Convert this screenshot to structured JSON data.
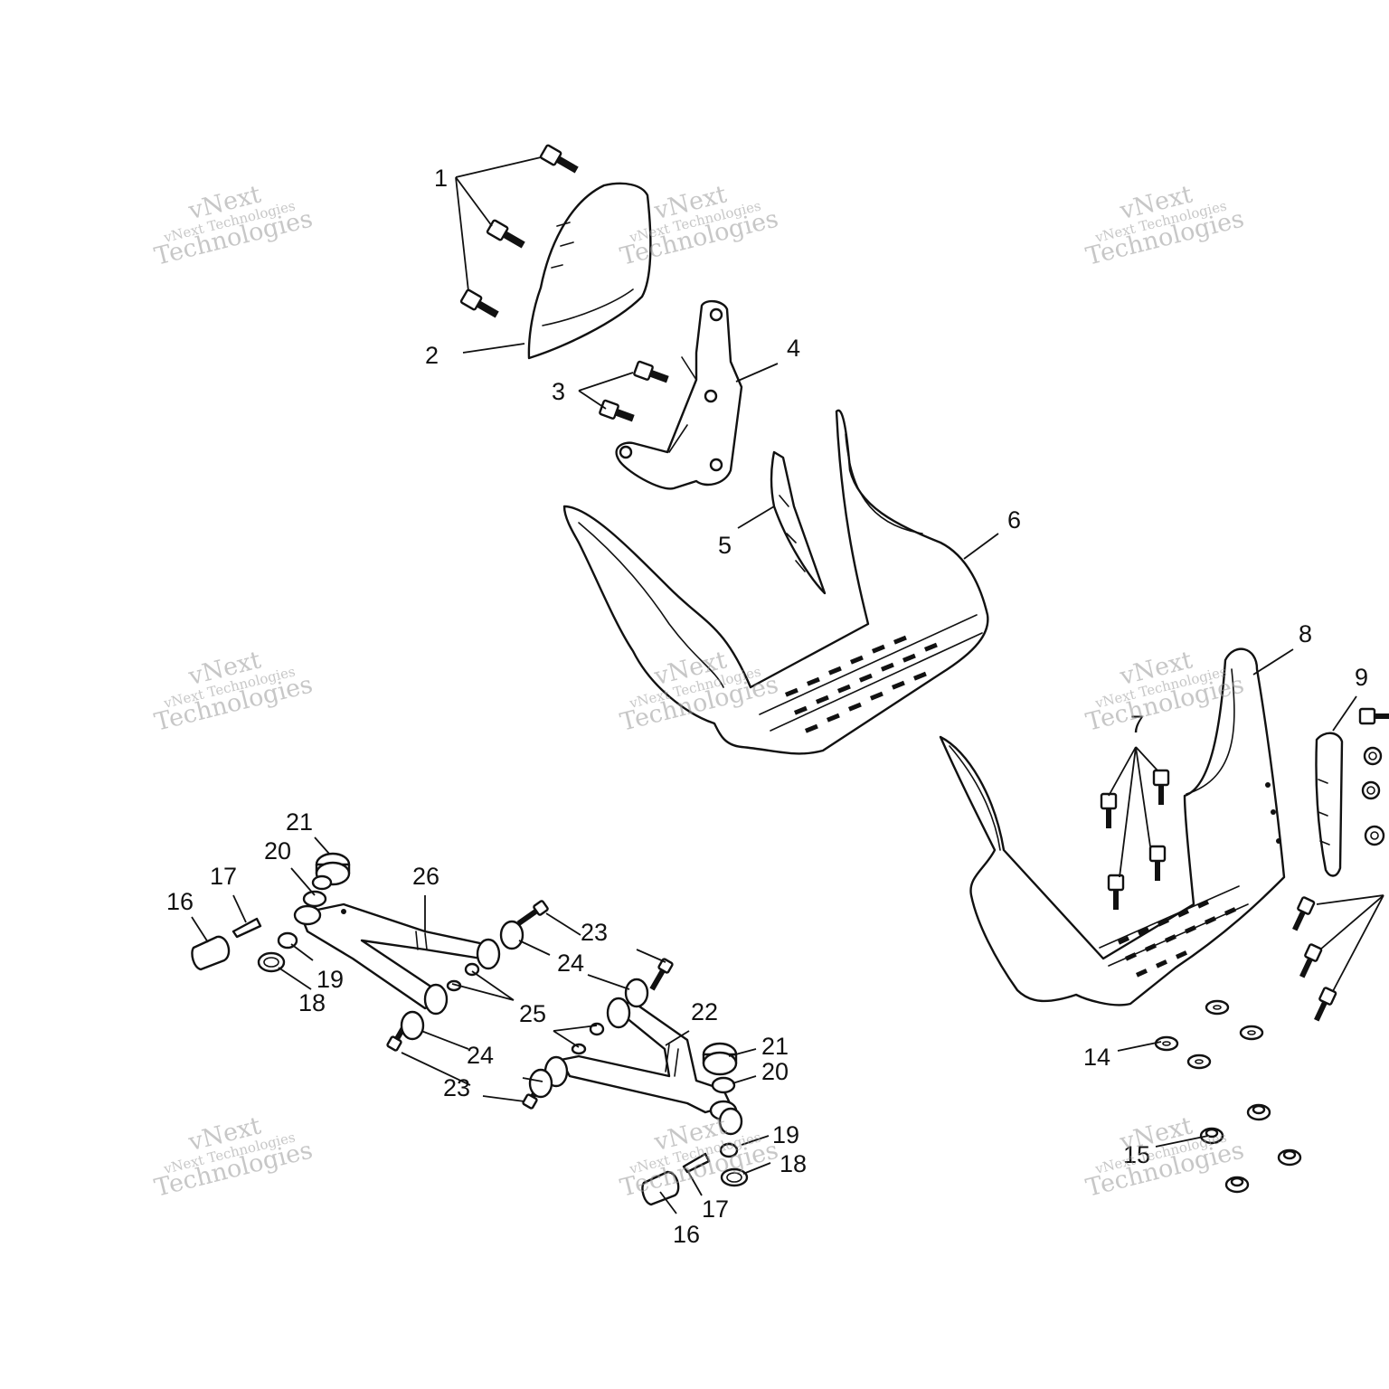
{
  "diagram": {
    "callouts": [
      {
        "id": "c1",
        "label": "1"
      },
      {
        "id": "c2",
        "label": "2"
      },
      {
        "id": "c3",
        "label": "3"
      },
      {
        "id": "c4",
        "label": "4"
      },
      {
        "id": "c5",
        "label": "5"
      },
      {
        "id": "c6",
        "label": "6"
      },
      {
        "id": "c7",
        "label": "7"
      },
      {
        "id": "c8",
        "label": "8"
      },
      {
        "id": "c9",
        "label": "9"
      },
      {
        "id": "c14",
        "label": "14"
      },
      {
        "id": "c15",
        "label": "15"
      },
      {
        "id": "c16a",
        "label": "16"
      },
      {
        "id": "c17a",
        "label": "17"
      },
      {
        "id": "c18a",
        "label": "18"
      },
      {
        "id": "c19a",
        "label": "19"
      },
      {
        "id": "c20a",
        "label": "20"
      },
      {
        "id": "c21a",
        "label": "21"
      },
      {
        "id": "c26",
        "label": "26"
      },
      {
        "id": "c23a",
        "label": "23"
      },
      {
        "id": "c24a",
        "label": "24"
      },
      {
        "id": "c25",
        "label": "25"
      },
      {
        "id": "c22",
        "label": "22"
      },
      {
        "id": "c24b",
        "label": "24"
      },
      {
        "id": "c23b",
        "label": "23"
      },
      {
        "id": "c21b",
        "label": "21"
      },
      {
        "id": "c20b",
        "label": "20"
      },
      {
        "id": "c19b",
        "label": "19"
      },
      {
        "id": "c18b",
        "label": "18"
      },
      {
        "id": "c17b",
        "label": "17"
      },
      {
        "id": "c16b",
        "label": "16"
      }
    ],
    "watermark": {
      "line1": "vNext",
      "line2": "vNext Technologies",
      "line3": "Technologies"
    }
  }
}
